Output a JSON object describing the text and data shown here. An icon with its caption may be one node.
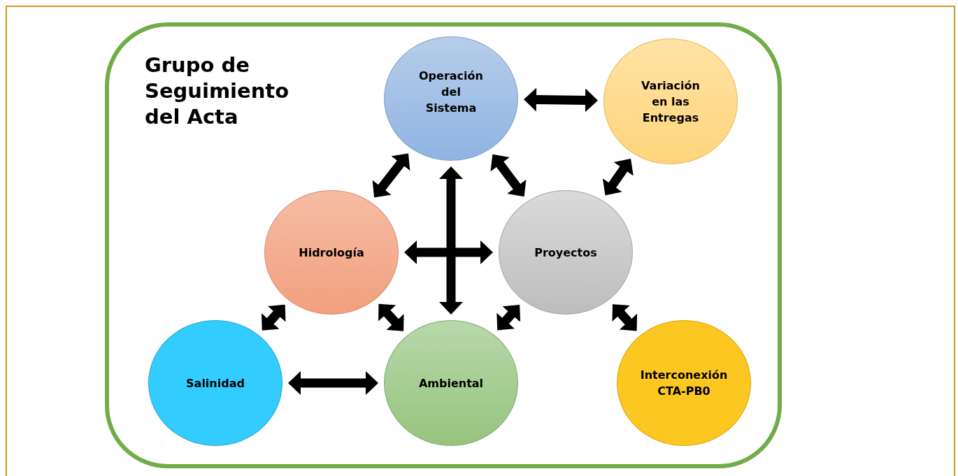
{
  "diagram": {
    "nodes": [
      {
        "text": [
          "Grupo de Seguimiento del Acta"
        ]
      },
      {
        "text": [
          "Operación del Sistema"
        ],
        "in": 0
      },
      {
        "text": [
          "Variación en las Entregas"
        ],
        "in": 0
      },
      {
        "text": [
          "Hidrología"
        ],
        "in": 0
      },
      {
        "text": [
          "Proyectos"
        ],
        "in": 0
      },
      {
        "text": [
          "Salinidad"
        ],
        "in": 0
      },
      {
        "text": [
          "Ambiental"
        ],
        "in": 0
      },
      {
        "text": [
          "Interconexión CTA-PB0"
        ],
        "in": 0
      }
    ],
    "edges": [
      {
        "from": 1,
        "to": 2,
        "arrow": "both"
      },
      {
        "from": 3,
        "to": 1,
        "arrow": "both"
      },
      {
        "from": 1,
        "to": 4,
        "arrow": "both"
      },
      {
        "from": 2,
        "to": 4,
        "arrow": "both"
      },
      {
        "from": 3,
        "to": 4,
        "arrow": "both"
      },
      {
        "from": 1,
        "to": 6,
        "arrow": "both"
      },
      {
        "from": 3,
        "to": 6,
        "arrow": "both"
      },
      {
        "from": 6,
        "to": 4,
        "arrow": "both"
      },
      {
        "from": 3,
        "to": 5,
        "arrow": "both"
      },
      {
        "from": 5,
        "to": 6,
        "arrow": "both"
      },
      {
        "from": 4,
        "to": 7,
        "arrow": "both"
      }
    ]
  }
}
